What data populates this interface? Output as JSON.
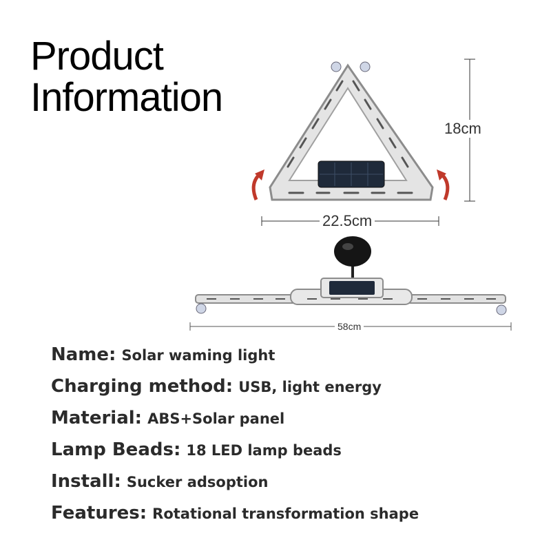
{
  "title": {
    "line1": "Product",
    "line2": "Information"
  },
  "dimensions": {
    "height": "18cm",
    "width": "22.5cm",
    "length": "58cm"
  },
  "specs": [
    {
      "key": "Name:",
      "value": "Solar waming light"
    },
    {
      "key": "Charging method:",
      "value": "USB, light energy"
    },
    {
      "key": "Material:",
      "value": "ABS+Solar panel"
    },
    {
      "key": "Lamp Beads:",
      "value": "18 LED lamp beads"
    },
    {
      "key": "Install:",
      "value": "Sucker adsoption"
    },
    {
      "key": "Features:",
      "value": "Rotational transformation shape"
    }
  ],
  "colors": {
    "arrow": "#c0392b",
    "frame": "#9a9a9a",
    "panel": "#1f2a3a"
  }
}
